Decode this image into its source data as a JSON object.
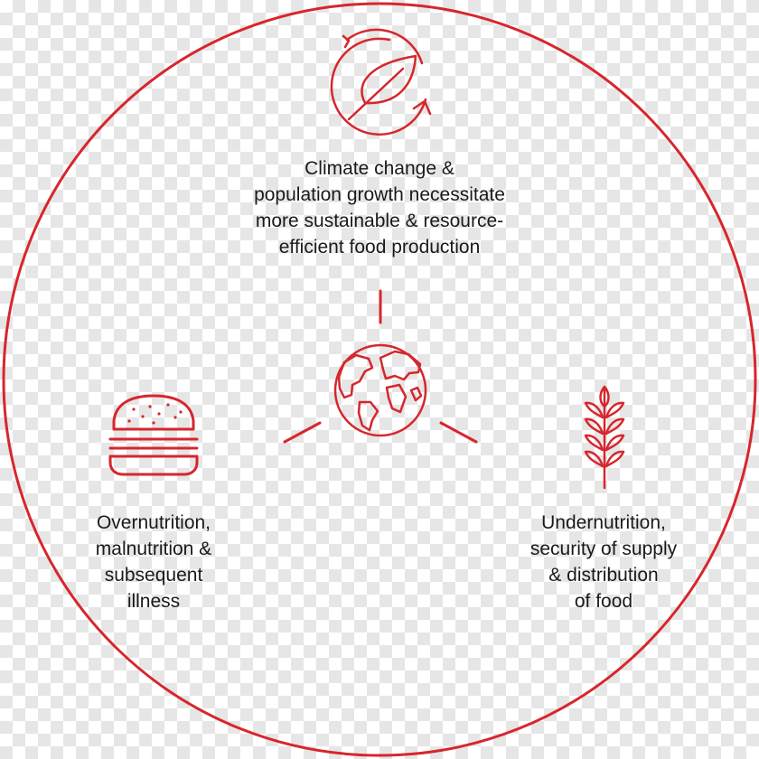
{
  "diagram": {
    "accent_color": "#d7262c",
    "text_color": "#1a1a1a",
    "center": {
      "icon": "globe-icon"
    },
    "nodes": [
      {
        "id": "top",
        "icon": "leaf-recycle-icon",
        "lines": [
          "Climate change &",
          "population growth necessitate",
          "more sustainable & resource-",
          "efficient food production"
        ]
      },
      {
        "id": "left",
        "icon": "burger-icon",
        "lines": [
          "Overnutrition,",
          "malnutrition &",
          "subsequent",
          "illness"
        ]
      },
      {
        "id": "right",
        "icon": "wheat-icon",
        "lines": [
          "Undernutrition,",
          "security of supply",
          "& distribution",
          "of food"
        ]
      }
    ]
  }
}
